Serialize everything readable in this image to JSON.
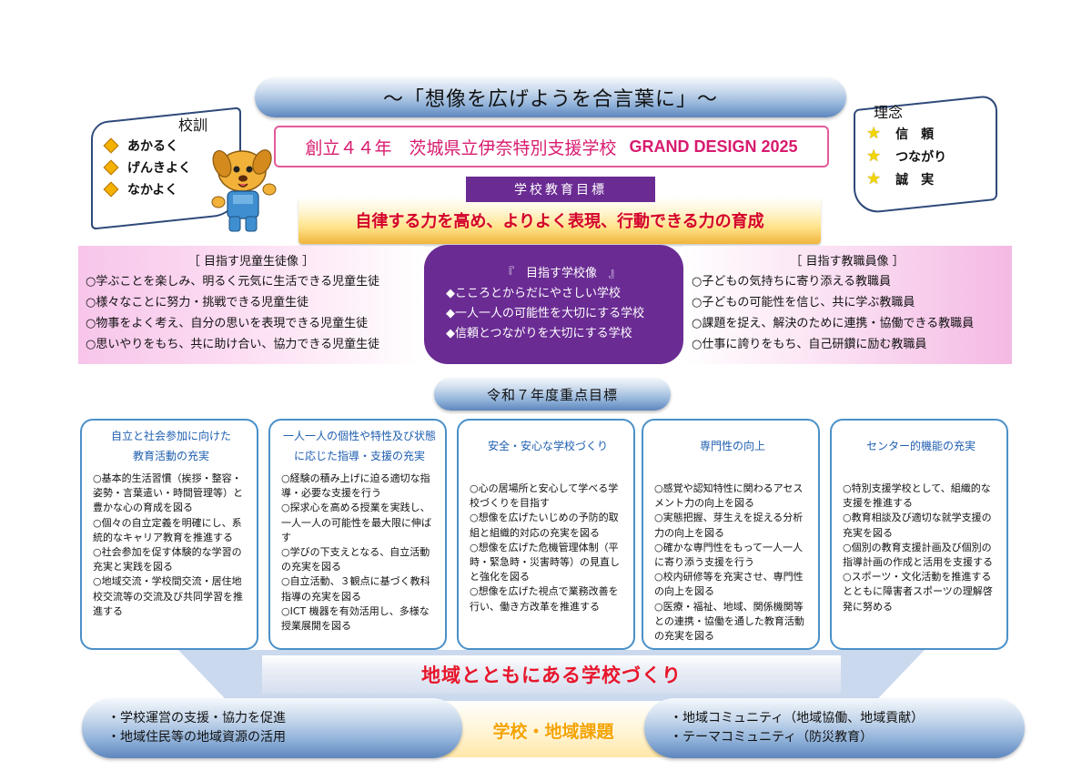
{
  "slogan": "～「想像を広げようを合言葉に」～",
  "title": {
    "text": "創立４４年　茨城県立伊奈特別支援学校",
    "grand_design": "GRAND DESIGN 2025"
  },
  "motto": {
    "title": "校訓",
    "items": [
      "あかるく",
      "げんきよく",
      "なかよく"
    ]
  },
  "principle": {
    "title": "理念",
    "items": [
      "信　頼",
      "つながり",
      "誠　実"
    ]
  },
  "mascot": {
    "icon": "dog-mascot-icon"
  },
  "goal": {
    "label": "学校教育目標",
    "text": "自律する力を高め、よりよく表現、行動できる力の育成"
  },
  "student_image": {
    "heading": "［ 目指す児童生徒像 ］",
    "items": [
      "○学ぶことを楽しみ、明るく元気に生活できる児童生徒",
      "○様々なことに努力・挑戦できる児童生徒",
      "○物事をよく考え、自分の思いを表現できる児童生徒",
      "○思いやりをもち、共に助け合い、協力できる児童生徒"
    ]
  },
  "school_image": {
    "heading": "『　目指す学校像　』",
    "items": [
      "◆こころとからだにやさしい学校",
      "◆一人一人の可能性を大切にする学校",
      "◆信頼とつながりを大切にする学校"
    ]
  },
  "teacher_image": {
    "heading": "［ 目指す教職員像 ］",
    "items": [
      "○子どもの気持ちに寄り添える教職員",
      "○子どもの可能性を信じ、共に学ぶ教職員",
      "○課題を捉え、解決のために連携・協働できる教職員",
      "○仕事に誇りをもち、自己研鑽に励む教職員"
    ]
  },
  "priority_label": "令和７年度重点目標",
  "cards": [
    {
      "heading": [
        "自立と社会参加に向けた",
        "教育活動の充実"
      ],
      "items": [
        "○基本的生活習慣（挨拶・整容・姿勢・言葉遣い・時間管理等）と豊かな心の育成を図る",
        "○個々の自立定義を明確にし、系統的なキャリア教育を推進する",
        "○社会参加を促す体験的な学習の充実と実践を図る",
        "○地域交流・学校間交流・居住地校交流等の交流及び共同学習を推進する"
      ]
    },
    {
      "heading": [
        "一人一人の個性や特性及び状態",
        "に応じた指導・支援の充実"
      ],
      "items": [
        "○経験の積み上げに迫る適切な指導・必要な支援を行う",
        "○探求心を高める授業を実践し、一人一人の可能性を最大限に伸ばす",
        "○学びの下支えとなる、自立活動の充実を図る",
        "○自立活動、３観点に基づく教科指導の充実を図る",
        "○ICT 機器を有効活用し、多様な授業展開を図る"
      ]
    },
    {
      "heading": [
        "安全・安心な学校づくり"
      ],
      "items": [
        "○心の居場所と安心して学べる学校づくりを目指す",
        "○想像を広げたいじめの予防的取組と組織的対応の充実を図る",
        "○想像を広げた危機管理体制（平時・緊急時・災害時等）の見直しと強化を図る",
        "○想像を広げた視点で業務改善を行い、働き方改革を推進する"
      ]
    },
    {
      "heading": [
        "専門性の向上"
      ],
      "items": [
        "○感覚や認知特性に関わるアセスメント力の向上を図る",
        "○実態把握、芽生えを捉える分析力の向上を図る",
        "○確かな専門性をもって一人一人に寄り添う支援を行う",
        "○校内研修等を充実させ、専門性の向上を図る",
        "○医療・福祉、地域、関係機関等との連携・協働を通した教育活動の充実を図る"
      ]
    },
    {
      "heading": [
        "センター的機能の充実"
      ],
      "items": [
        "○特別支援学校として、組織的な支援を推進する",
        "○教育相談及び適切な就学支援の充実を図る",
        "○個別の教育支援計画及び個別の指導計画の作成と活用を支援する",
        "○スポーツ・文化活動を推進するとともに障害者スポーツの理解啓発に努める"
      ]
    }
  ],
  "tagline": "地域とともにある学校づくり",
  "bottom": {
    "left": [
      "・学校運営の支援・協力を促進",
      "・地域住民等の地域資源の活用"
    ],
    "center": "学校・地域課題",
    "right": [
      "・地域コミュニティ（地域協働、地域貢献）",
      "・テーマコミュニティ（防災教育）"
    ]
  },
  "colors": {
    "purple": "#6a2b93",
    "card_border": "#4a90c8",
    "goal_red": "#d4002c",
    "tagline_red": "#e8162b",
    "title_pink": "#d81b6f"
  }
}
